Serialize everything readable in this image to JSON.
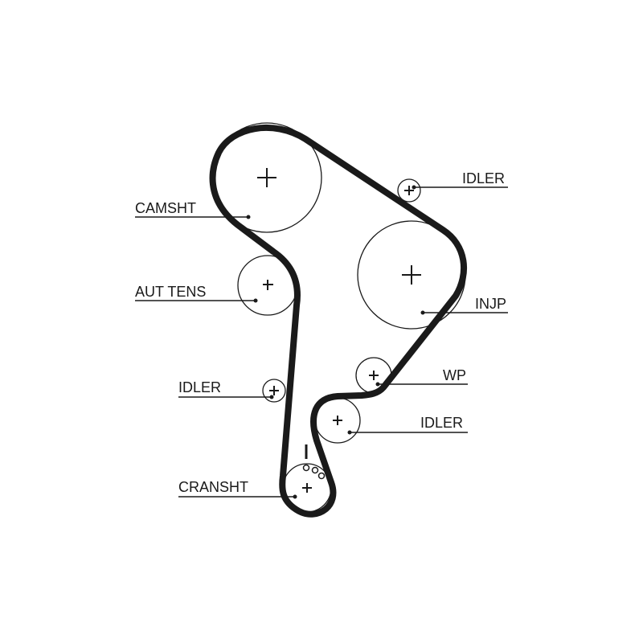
{
  "labels": {
    "camshaft": "CAMSHT",
    "idler_top": "IDLER",
    "auto_tensioner": "AUT TENS",
    "injection_pump": "INJP",
    "idler_left": "IDLER",
    "water_pump": "WP",
    "idler_lower": "IDLER",
    "crankshaft": "CRANSHT"
  }
}
